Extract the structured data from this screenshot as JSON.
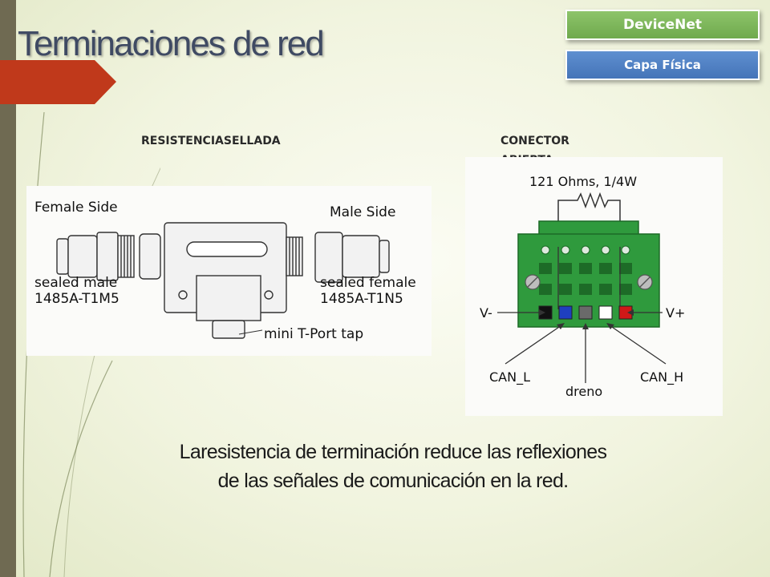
{
  "slide": {
    "title": "Terminaciones de red",
    "badges": {
      "primary": "DeviceNet",
      "secondary": "Capa Física"
    },
    "labels": {
      "left": "RESISTENCIASELLADA",
      "right": "CONECTOR ABIERTA"
    }
  },
  "left_diagram": {
    "female_side": "Female Side",
    "male_side": "Male Side",
    "sealed_male_line1": "sealed male",
    "sealed_male_line2": "1485A-T1M5",
    "sealed_female_line1": "sealed female",
    "sealed_female_line2": "1485A-T1N5",
    "tap": "mini T-Port tap"
  },
  "right_diagram": {
    "resistor": "121 Ohms, 1/4W",
    "v_minus": "V-",
    "v_plus": "V+",
    "can_l": "CAN_L",
    "drain": "dreno",
    "can_h": "CAN_H",
    "terminal_colors": [
      "#111111",
      "#1f3fbf",
      "#6a6a6a",
      "#ffffff",
      "#d01818"
    ]
  },
  "caption": {
    "line1": "Laresistencia de terminación  reduce las reflexiones",
    "line2": "de las señales de comunicación en la red."
  },
  "colors": {
    "sidebar": "#6f6a52",
    "accent_red": "#c0391b",
    "badge_green": "#7cb85a",
    "badge_blue": "#4f7fc2",
    "connector_green": "#2f9a3d"
  }
}
